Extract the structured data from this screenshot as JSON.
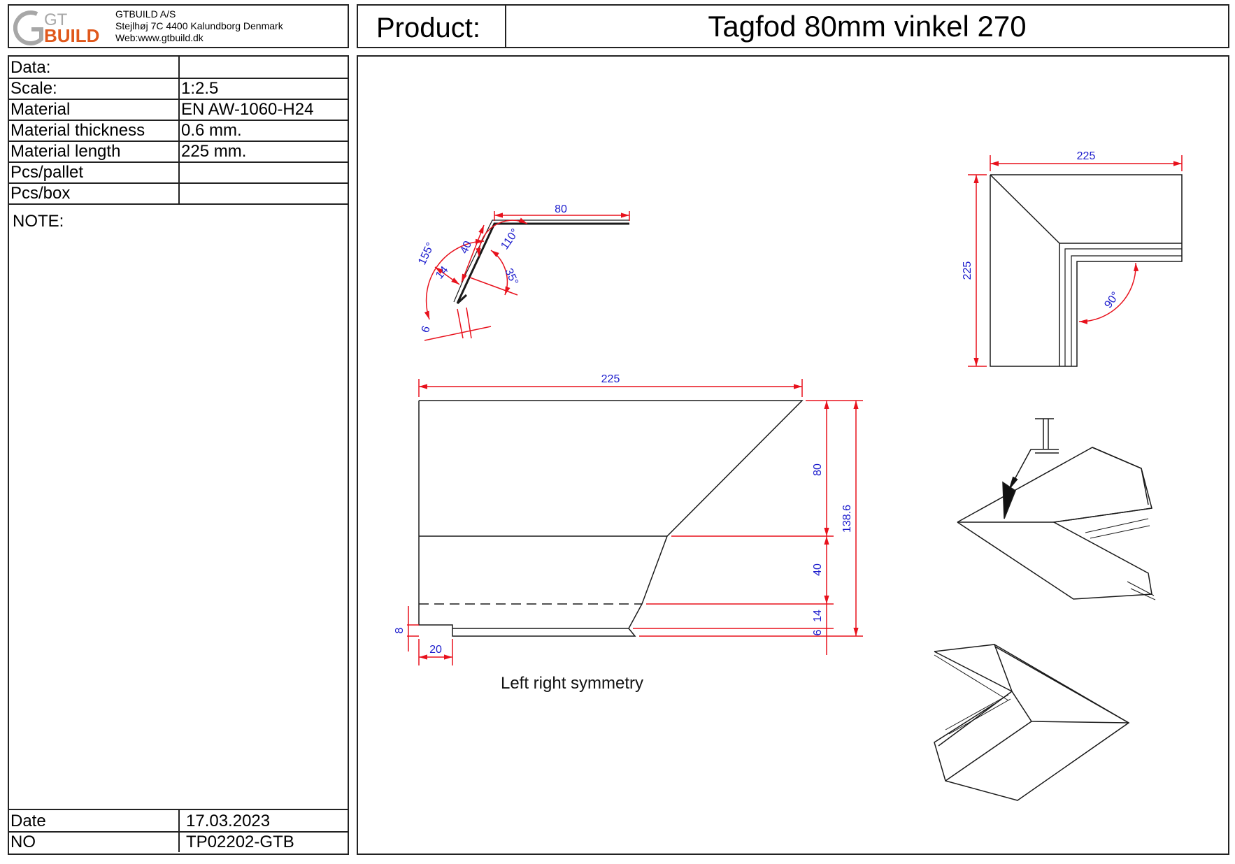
{
  "company": {
    "logo_top": "GT",
    "logo_bottom": "BUILD",
    "name": "GTBUILD A/S",
    "address": "Stejlhøj 7C 4400 Kalundborg Denmark",
    "web": "Web:www.gtbuild.dk"
  },
  "product": {
    "label": "Product:",
    "name": "Tagfod 80mm vinkel 270"
  },
  "specs": [
    {
      "key": "Data:",
      "value": ""
    },
    {
      "key": "Scale:",
      "value": "1:2.5"
    },
    {
      "key": "Material",
      "value": "EN AW-1060-H24"
    },
    {
      "key": "Material thickness",
      "value": "0.6 mm."
    },
    {
      "key": "Material length",
      "value": "225 mm."
    },
    {
      "key": "Pcs/pallet",
      "value": ""
    },
    {
      "key": "Pcs/box",
      "value": ""
    }
  ],
  "note_label": "NOTE:",
  "footer": {
    "date_label": "Date",
    "date_value": "17.03.2023",
    "no_label": "NO",
    "no_value": "TP02202-GTB"
  },
  "drawing": {
    "profile_dims": {
      "top": "80",
      "a155": "155°",
      "a110": "110°",
      "a35": "35°",
      "d40": "40",
      "d14": "14",
      "d6": "6"
    },
    "flat_dims": {
      "width": "225",
      "h80": "80",
      "h40": "40",
      "h14": "14",
      "h6": "6",
      "total": "138.6",
      "notch_h": "8",
      "notch_w": "20"
    },
    "top_view_dims": {
      "width": "225",
      "height": "225",
      "angle": "90°"
    },
    "caption": "Left right symmetry"
  },
  "colors": {
    "dimension_line": "#e8111c",
    "dimension_text": "#1a1acc",
    "outline": "#1a1a1a"
  }
}
